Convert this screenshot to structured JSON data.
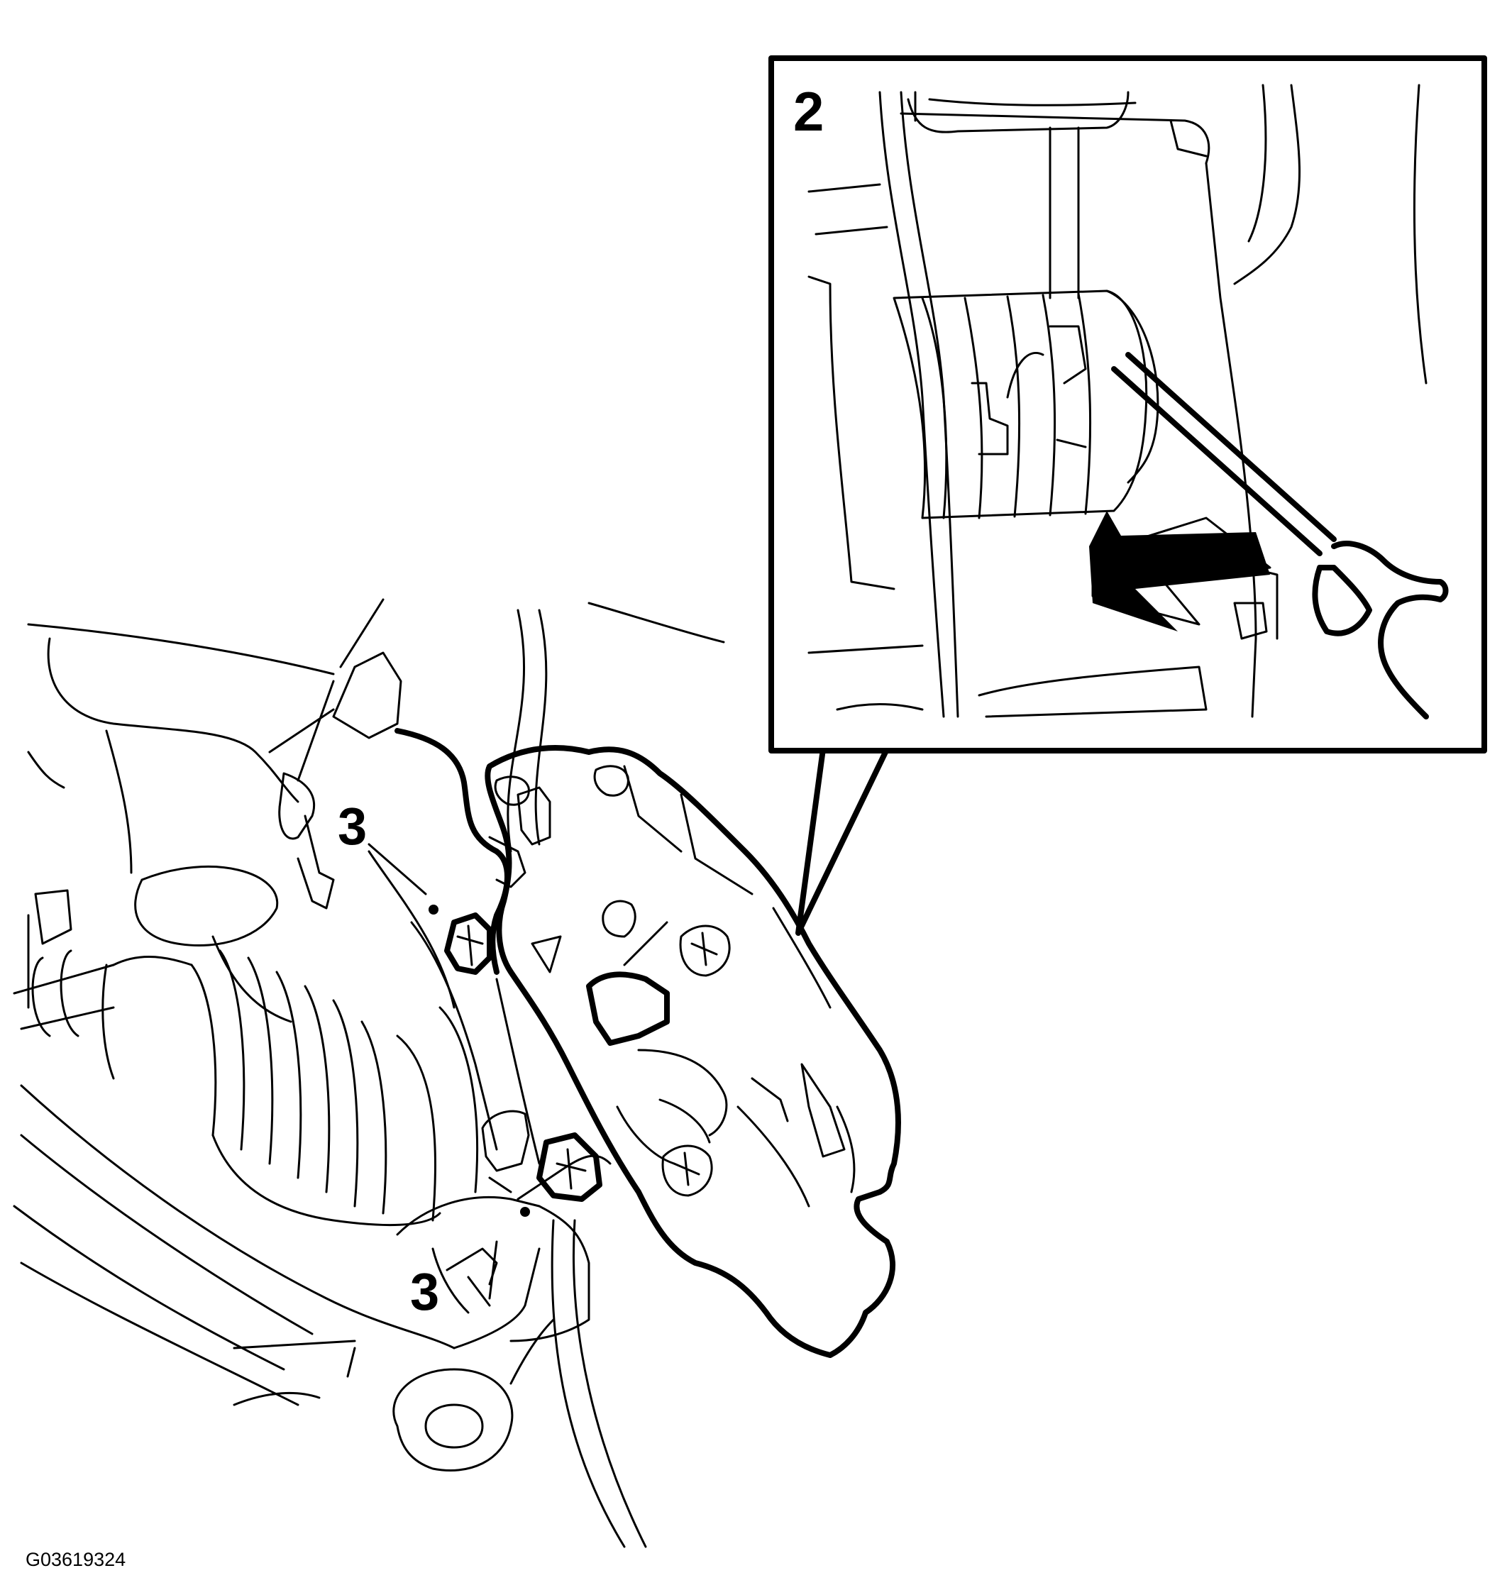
{
  "figure": {
    "inset_callout": "2",
    "callouts": [
      "3",
      "3"
    ],
    "figure_id": "G03619324"
  },
  "colors": {
    "line": "#000000",
    "background": "#ffffff"
  }
}
